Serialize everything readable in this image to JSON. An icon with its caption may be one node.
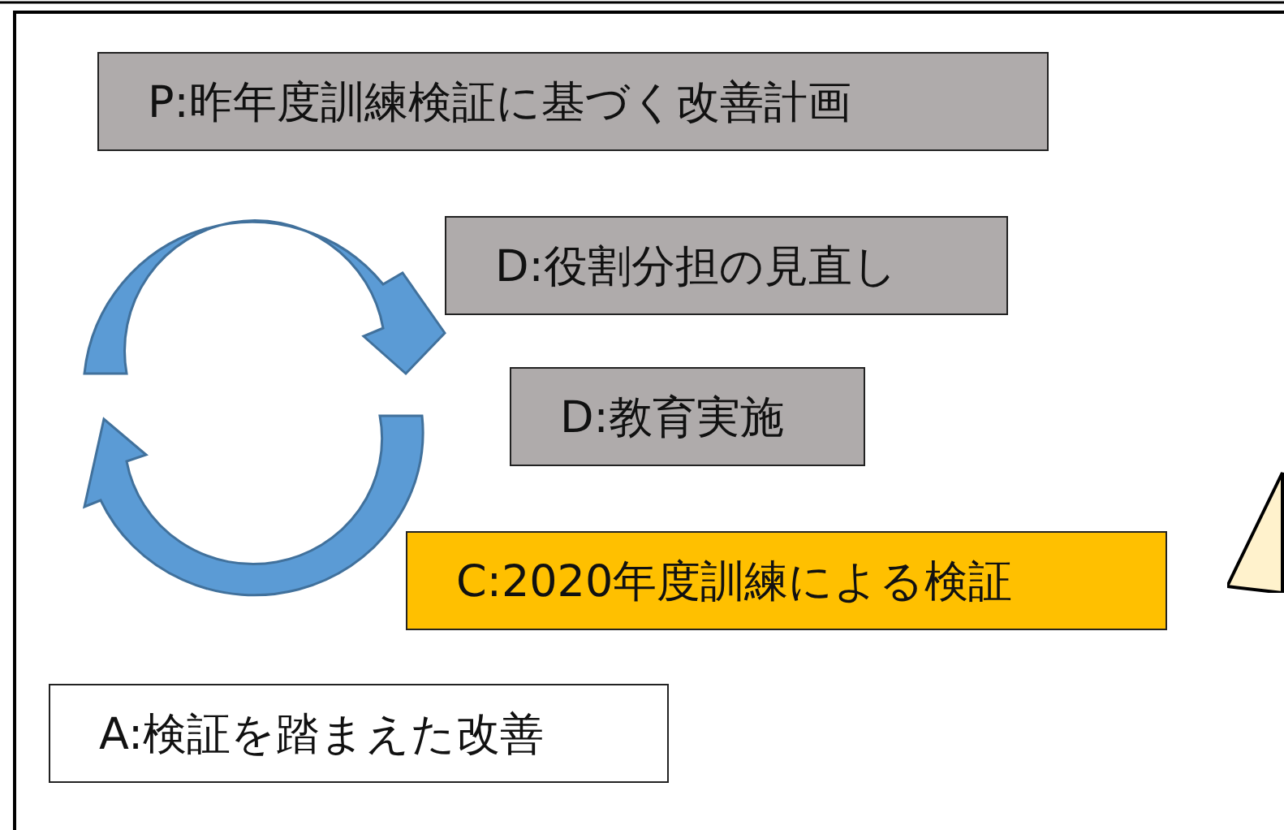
{
  "diagram": {
    "nodes": [
      {
        "text": [
          "P:昨年度訓練検証に基づく改善計画"
        ]
      },
      {
        "text": [
          "D:役割分担の見直し"
        ]
      },
      {
        "text": [
          "D:教育実施"
        ]
      },
      {
        "text": [
          "C:2020年度訓練による検証"
        ]
      },
      {
        "text": [
          "A:検証を踏まえた改善"
        ]
      },
      {
        "text": [],
        "shape": "callout"
      }
    ]
  }
}
